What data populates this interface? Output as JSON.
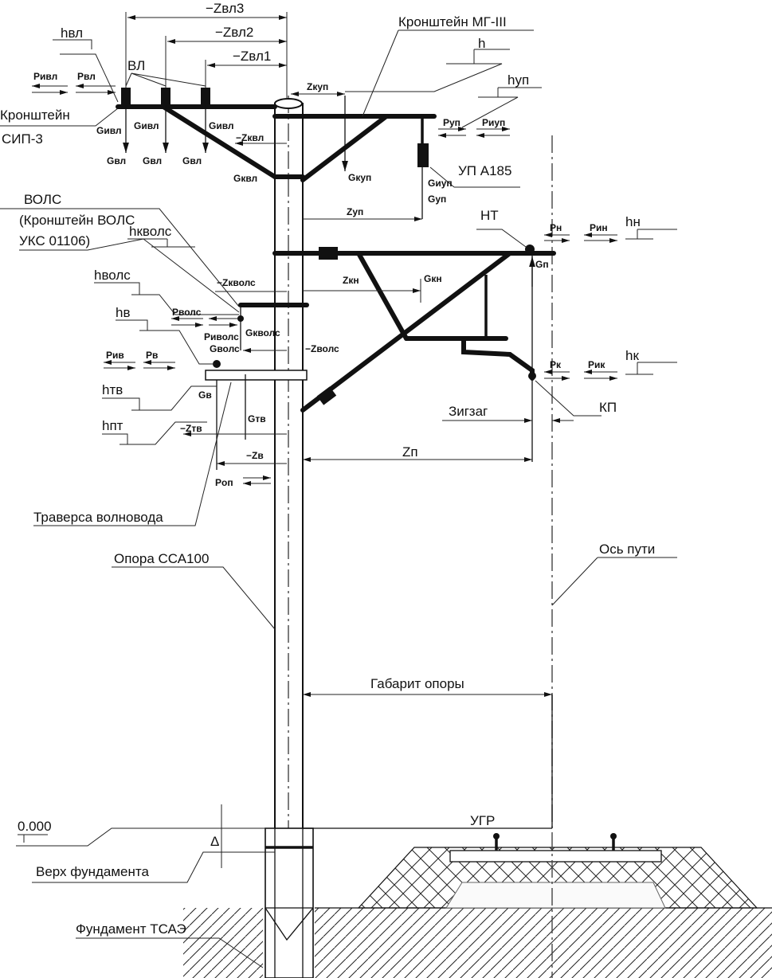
{
  "labels": {
    "zvl3": "−Zвл3",
    "zvl2": "−Zвл2",
    "zvl1": "−Zвл1",
    "hvl": "hвл",
    "vl": "ВЛ",
    "pivl": "Pивл",
    "pvl": "Pвл",
    "bracket_sip_1": "Кронштейн",
    "bracket_sip_2": "СИП-3",
    "givl": "Gивл",
    "gvl": "Gвл",
    "zkvl": "−Zквл",
    "gkvl": "Gквл",
    "zkup": "Zкуп",
    "gkup": "Gкуп",
    "bracket_mg": "Кронштейн МГ-III",
    "h": "h",
    "hup": "hуп",
    "pup": "Pуп",
    "piup": "Pиуп",
    "up_a185": "УП А185",
    "giup": "Gиуп",
    "gup": "Gуп",
    "zup": "Zуп",
    "nt": "НТ",
    "pn": "Pн",
    "pin": "Pин",
    "hn": "hн",
    "gp": "Gп",
    "zkn": "Zкн",
    "gkn": "Gкн",
    "pk": "Pк",
    "pik": "Pик",
    "hk": "hк",
    "zigzag": "Зигзаг",
    "kp": "КП",
    "zp": "Zп",
    "vols": "ВОЛС",
    "vols_bracket_1": "(Кронштейн ВОЛС",
    "vols_bracket_2": "УКС 01106)",
    "hkvols": "hкволс",
    "hvols": "hволс",
    "hv": "hв",
    "pvols": "Pволс",
    "zkvols": "−Zкволс",
    "gkvols": "Gкволс",
    "pivols": "Pиволс",
    "gvols": "Gволс",
    "zvols": "−Zволс",
    "piv": "Pив",
    "pv": "Pв",
    "htv": "hтв",
    "hpt": "hпт",
    "gv": "Gв",
    "gtv": "Gтв",
    "ztv": "−Zтв",
    "zv": "−Zв",
    "pop": "Pоп",
    "traverse": "Траверса волновода",
    "pole": "Опора ССА100",
    "track_axis": "Ось   пути",
    "gabarit": "Габарит опоры",
    "ugr": "УГР",
    "zero_level": "0.000",
    "delta": "Δ",
    "foundation_top": "Верх фундамента",
    "foundation": "Фундамент ТСАЭ"
  }
}
